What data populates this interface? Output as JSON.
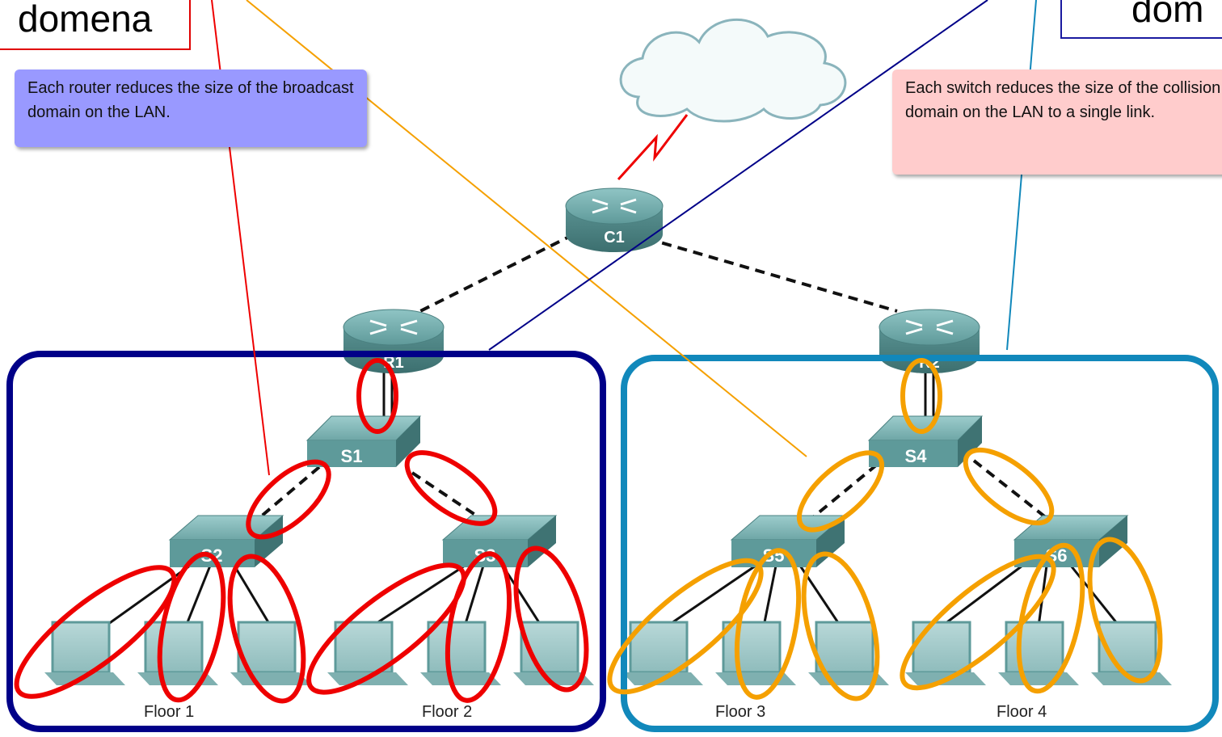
{
  "labels": {
    "broadcast_label": "domena",
    "collision_label": "dom"
  },
  "callouts": {
    "router_text": "Each router reduces the size of the broadcast domain on the LAN.",
    "switch_text": "Each switch reduces the size of the collision domain on the LAN to a single link."
  },
  "devices": {
    "core_router": "C1",
    "router_left": "R1",
    "router_right": "R2",
    "switch_s1": "S1",
    "switch_s2": "S2",
    "switch_s3": "S3",
    "switch_s4": "S4",
    "switch_s5": "S5",
    "switch_s6": "S6"
  },
  "floors": [
    "Floor 1",
    "Floor 2",
    "Floor 3",
    "Floor 4"
  ],
  "colors": {
    "broadcast_domain_outline": "#000088",
    "broadcast_domain_outline_2": "#1188bb",
    "collision_marker_red": "#ee0000",
    "collision_marker_orange": "#f5a000",
    "callout_router_bg": "#9999ff",
    "callout_switch_bg": "#ffcccc",
    "device_teal": "#5e9a9a"
  }
}
